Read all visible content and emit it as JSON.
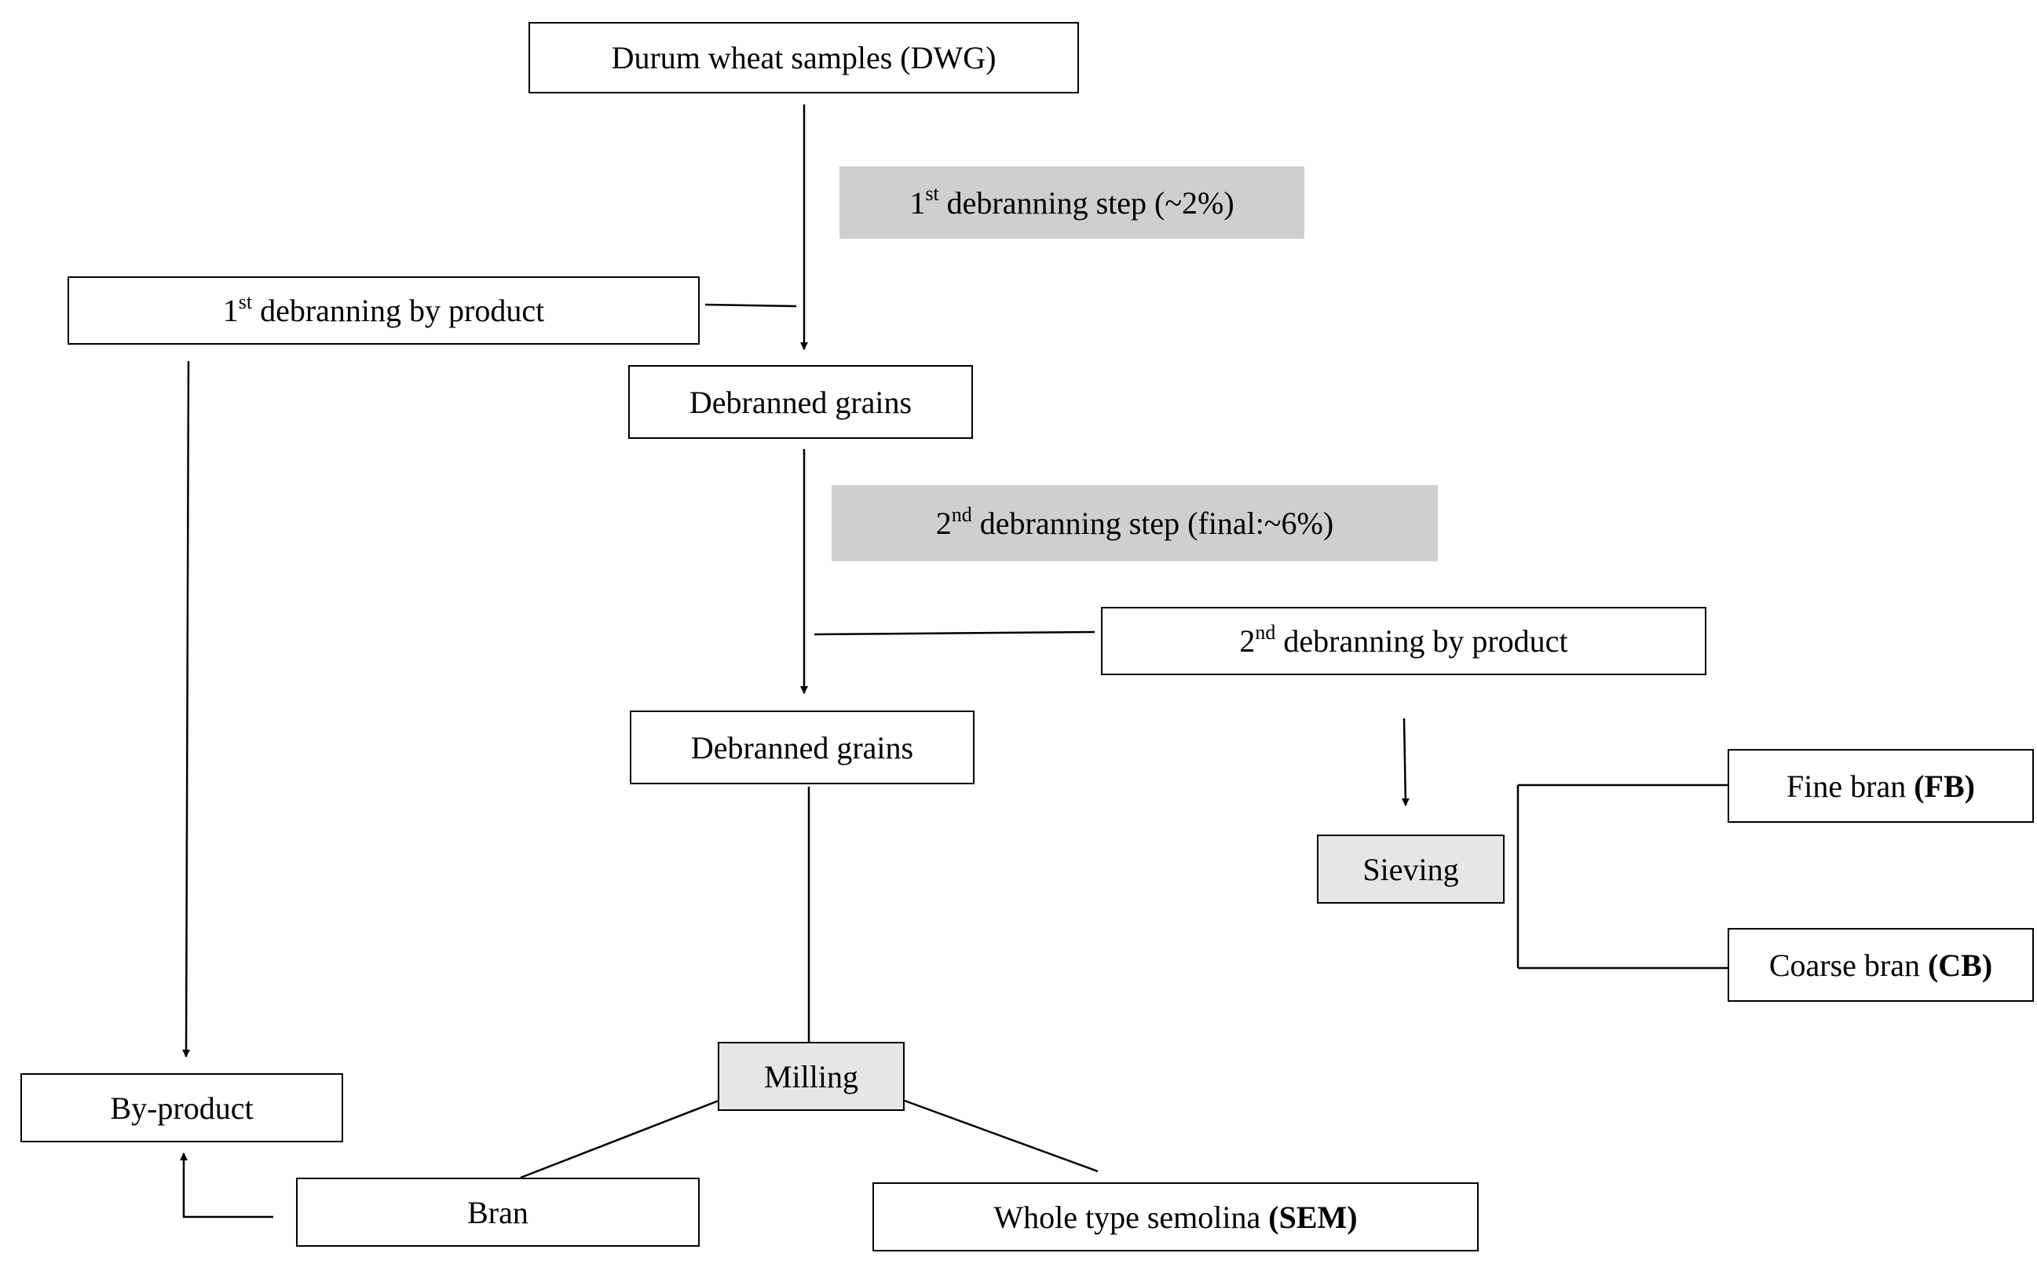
{
  "nodes": {
    "dwg": {
      "label": "Durum wheat samples (DWG)"
    },
    "step1": {
      "pre": "1",
      "sup": "st",
      "text": " debranning step (~2%)"
    },
    "byprod1": {
      "pre": "1",
      "sup": "st",
      "text": " debranning by product"
    },
    "grains1": {
      "label": "Debranned grains"
    },
    "step2": {
      "pre": "2",
      "sup": "nd",
      "text": " debranning step (final:~6%)"
    },
    "byprod2": {
      "pre": "2",
      "sup": "nd",
      "text": " debranning by product"
    },
    "grains2": {
      "label": "Debranned grains"
    },
    "sieving": {
      "label": "Sieving"
    },
    "fine_bran": {
      "text": "Fine bran ",
      "bold": "(FB)"
    },
    "coarse_bran": {
      "text": "Coarse bran ",
      "bold": "(CB)"
    },
    "milling": {
      "label": "Milling"
    },
    "byproduct": {
      "label": "By-product"
    },
    "bran": {
      "label": "Bran"
    },
    "semolina": {
      "text": "Whole type semolina ",
      "bold": "(SEM)"
    }
  },
  "colors": {
    "step_fill": "#d0cece",
    "process_fill": "#e7e6e6",
    "line": "#000000"
  }
}
